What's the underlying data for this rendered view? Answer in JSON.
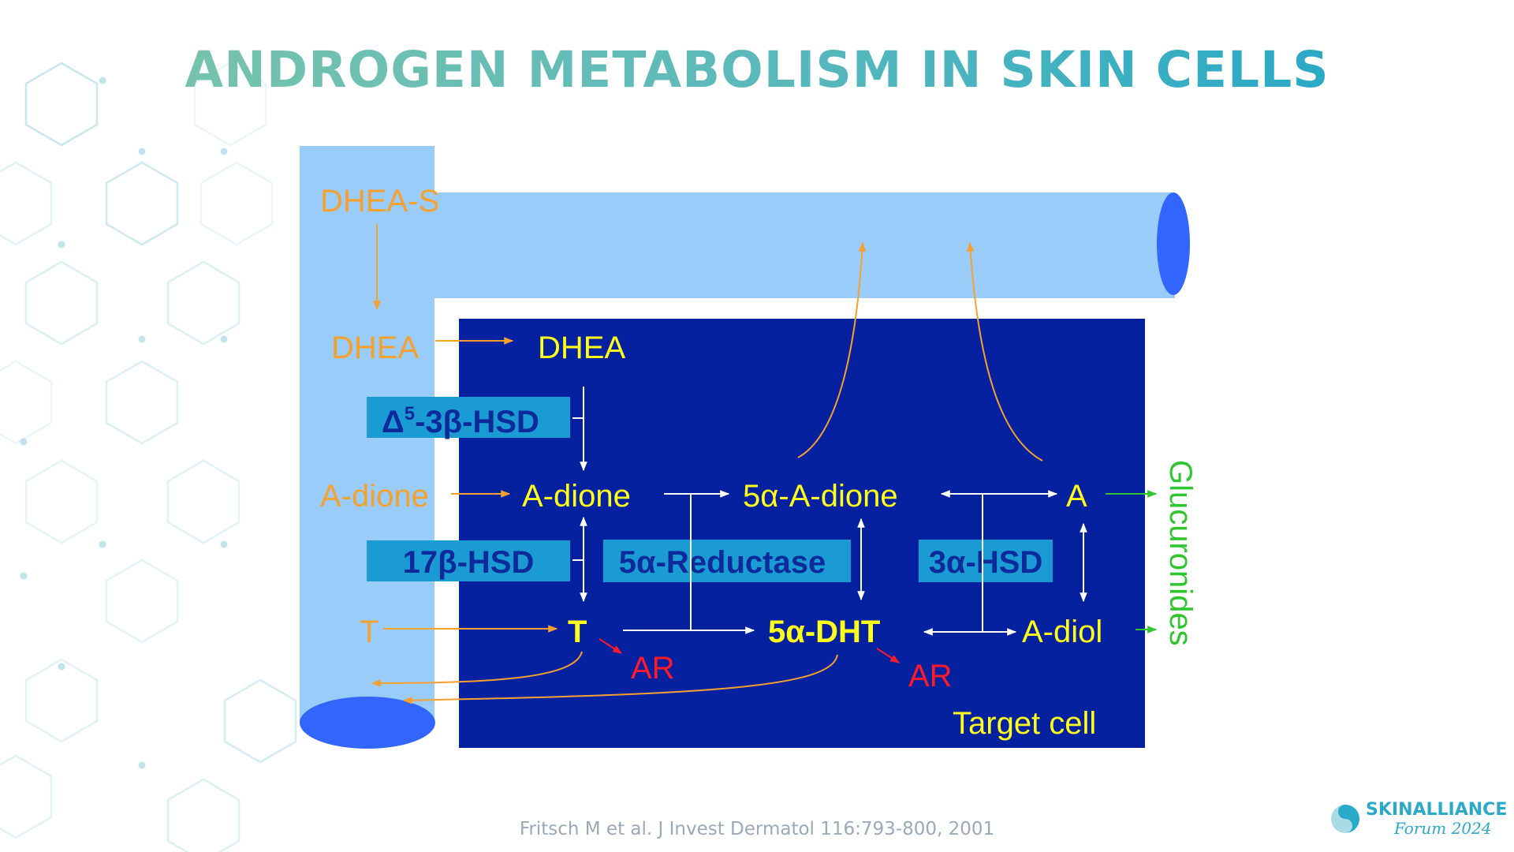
{
  "slide": {
    "title": "ANDROGEN METABOLISM IN SKIN CELLS",
    "citation": "Fritsch M et al. J Invest Dermatol 116:793-800, 2001"
  },
  "logo": {
    "brand": "SKINALLIANCE",
    "subtitle": "Forum 2024"
  },
  "diagram": {
    "blood_labels": {
      "dhea_s": "DHEA-S",
      "dhea": "DHEA",
      "a_dione": "A-dione",
      "t": "T"
    },
    "cell_labels": {
      "dhea": "DHEA",
      "a_dione": "A-dione",
      "five_a_dione": "5α-A-dione",
      "a": "A",
      "t": "T",
      "five_dht": "5α-DHT",
      "a_diol": "A-diol",
      "ar_1": "AR",
      "ar_2": "AR",
      "target_cell": "Target cell"
    },
    "enzymes": {
      "hsd_3b": "Δ5-3β-HSD",
      "hsd_3b_main": "Δ",
      "hsd_3b_sup": "5",
      "hsd_3b_rest": "-3β-HSD",
      "hsd_17b": "17β-HSD",
      "reductase": "5α-Reductase",
      "hsd_3a": "3α-HSD"
    },
    "glucuronides": "Glucuronides",
    "colors": {
      "vessel": "#99ccf8",
      "vessel_end": "#3366ff",
      "cell": "#0521a0",
      "enzyme_box": "#1a9bd3",
      "enzyme_text": "#0d2a9a",
      "blood_text": "#f6a02e",
      "cell_text": "#ffff19",
      "ar_text": "#ff1a2a",
      "glucuronide": "#2ec52e"
    }
  }
}
